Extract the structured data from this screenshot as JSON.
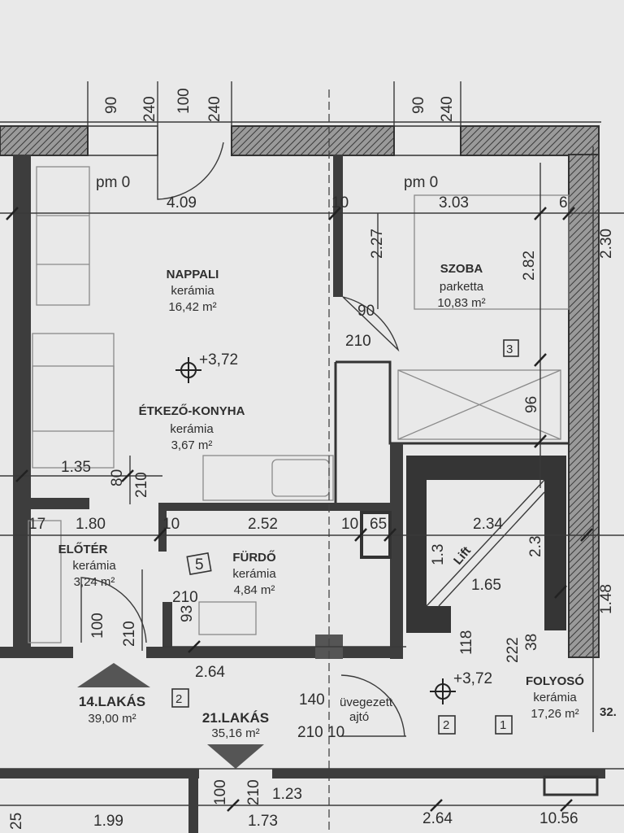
{
  "wall_color": "#3d3d3d",
  "paper_color": "#e9e9e9",
  "top_dims": {
    "w1_a": "90",
    "w1_b": "240",
    "w2_a": "100",
    "w2_b": "240",
    "w3_a": "90",
    "w3_b": "240"
  },
  "nappali": {
    "level": "pm 0",
    "width_dim": "4.09",
    "name": "NAPPALI",
    "floor": "kerámia",
    "area": "16,42 m²"
  },
  "szoba": {
    "level": "pm 0",
    "width_dim": "3.03",
    "name": "SZOBA",
    "floor": "parketta",
    "area": "10,83 m²",
    "dim_side": "2.82",
    "dim_mid": "2.27",
    "dim_small": "10",
    "dim_corner": "6",
    "dim_right": "2.30"
  },
  "door_szoba": {
    "w": "90",
    "h": "210"
  },
  "elevation_main": "+3,72",
  "etkezo": {
    "name": "ÉTKEZŐ-KONYHA",
    "floor": "kerámia",
    "area": "3,67 m²",
    "dim_w": "1.35",
    "door_w": "80",
    "door_h": "210"
  },
  "eloter": {
    "name": "ELŐTÉR",
    "floor": "kerámia",
    "area": "3,24 m²",
    "dim_w": "1.80",
    "dim_17": "17",
    "door_w": "100",
    "door_h": "210"
  },
  "furdo": {
    "name": "FÜRDŐ",
    "floor": "kerámia",
    "area": "4,84 m²",
    "dim_w": "2.52",
    "dim_10a": "10",
    "dim_10b": "10",
    "dim_65": "65",
    "marker": "5",
    "door_h": "210",
    "door_w": "93",
    "dim_bottom": "2.64"
  },
  "lift": {
    "label": "Lift",
    "dim_w": "2.34",
    "dim_inner": "1.65",
    "dim_h": "2.3",
    "dim_13": "1.3",
    "dim_118": "118",
    "dim_222": "222",
    "dim_38": "38",
    "dim_148": "1.48",
    "dim_96": "96",
    "marker": "3"
  },
  "lakas14": {
    "name": "14.LAKÁS",
    "area": "39,00 m²",
    "marker": "2"
  },
  "lakas21": {
    "name": "21.LAKÁS",
    "area": "35,16 m²",
    "dim_140": "140",
    "dim_210": "210",
    "dim_10": "10"
  },
  "uvegezett": {
    "line1": "üvegezett",
    "line2": "ajtó"
  },
  "folyoso": {
    "elevation": "+3,72",
    "name": "FOLYOSÓ",
    "floor": "kerámia",
    "area": "17,26 m²",
    "marker_a": "2",
    "marker_b": "1",
    "partial": "32."
  },
  "bottom_dims": {
    "d100": "100",
    "d210": "210",
    "d123": "1.23",
    "d199": "1.99",
    "d173": "1.73",
    "d264": "2.64",
    "d1056": "10.56",
    "d25": "25"
  }
}
